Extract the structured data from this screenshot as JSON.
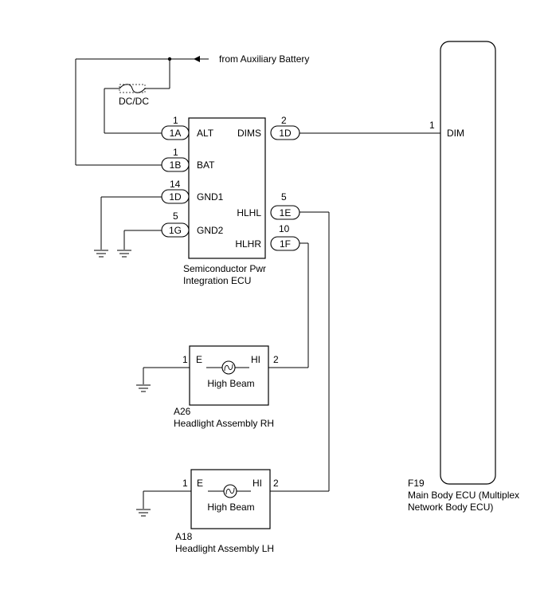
{
  "aux_battery_label": "from Auxiliary Battery",
  "fuse_label": "DC/DC",
  "ecu": {
    "name_line1": "Semiconductor Pwr",
    "name_line2": "Integration ECU",
    "pins": [
      {
        "connector": "1A",
        "number": "1",
        "name": "ALT"
      },
      {
        "connector": "1B",
        "number": "1",
        "name": "BAT"
      },
      {
        "connector": "1D",
        "number": "14",
        "name": "GND1"
      },
      {
        "connector": "1G",
        "number": "5",
        "name": "GND2"
      },
      {
        "connector": "1D",
        "number": "2",
        "name": "DIMS"
      },
      {
        "connector": "1E",
        "number": "5",
        "name": "HLHL"
      },
      {
        "connector": "1F",
        "number": "10",
        "name": "HLHR"
      }
    ]
  },
  "main_body_ecu": {
    "code": "F19",
    "name_line1": "Main Body ECU (Multiplex",
    "name_line2": "Network Body ECU)",
    "pin_number": "1",
    "pin_name": "DIM"
  },
  "headlight_rh": {
    "code": "A26",
    "name": "Headlight Assembly RH",
    "lamp_label": "High Beam",
    "pin_e_number": "1",
    "pin_e_name": "E",
    "pin_hi_number": "2",
    "pin_hi_name": "HI"
  },
  "headlight_lh": {
    "code": "A18",
    "name": "Headlight Assembly LH",
    "lamp_label": "High Beam",
    "pin_e_number": "1",
    "pin_e_name": "E",
    "pin_hi_number": "2",
    "pin_hi_name": "HI"
  }
}
